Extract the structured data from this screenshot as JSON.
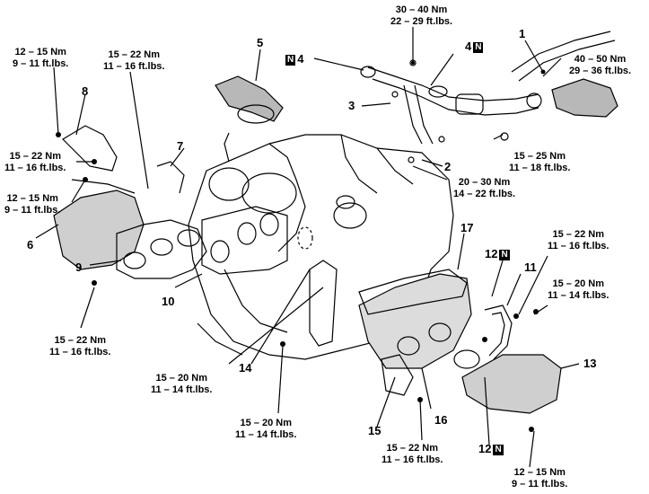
{
  "badge_text": "N",
  "torque_labels": [
    {
      "id": "t-top",
      "line1": "30 – 40 Nm",
      "line2": "22 – 29 ft.lbs."
    },
    {
      "id": "t-right-1",
      "line1": "40 – 50 Nm",
      "line2": "29 – 36 ft.lbs."
    },
    {
      "id": "t-left-1",
      "line1": "12 – 15 Nm",
      "line2": "9 – 11 ft.lbs."
    },
    {
      "id": "t-left-2",
      "line1": "15 – 22 Nm",
      "line2": "11 – 16 ft.lbs."
    },
    {
      "id": "t-left-3",
      "line1": "15 – 22 Nm",
      "line2": "11 – 16 ft.lbs."
    },
    {
      "id": "t-left-4",
      "line1": "12 – 15 Nm",
      "line2": "9 – 11 ft.lbs."
    },
    {
      "id": "t-left-5",
      "line1": "15 – 22 Nm",
      "line2": "11 – 16 ft.lbs."
    },
    {
      "id": "t-mid-1",
      "line1": "15 – 25 Nm",
      "line2": "11 – 18 ft.lbs."
    },
    {
      "id": "t-mid-2",
      "line1": "20 – 30 Nm",
      "line2": "14 – 22 ft.lbs."
    },
    {
      "id": "t-right-2",
      "line1": "15 – 22 Nm",
      "line2": "11 – 16 ft.lbs."
    },
    {
      "id": "t-right-3",
      "line1": "15 – 20 Nm",
      "line2": "11 – 14 ft.lbs."
    },
    {
      "id": "t-bot-1",
      "line1": "15 – 20 Nm",
      "line2": "11 – 14 ft.lbs."
    },
    {
      "id": "t-bot-2",
      "line1": "15 – 20 Nm",
      "line2": "11 – 14 ft.lbs."
    },
    {
      "id": "t-bot-3",
      "line1": "15 – 22 Nm",
      "line2": "11 – 16 ft.lbs."
    },
    {
      "id": "t-bot-4",
      "line1": "12 – 15 Nm",
      "line2": "9 – 11 ft.lbs."
    }
  ],
  "callouts": [
    "1",
    "2",
    "3",
    "4",
    "4",
    "5",
    "6",
    "7",
    "8",
    "9",
    "10",
    "11",
    "12",
    "12",
    "13",
    "14",
    "15",
    "16",
    "17"
  ],
  "colors": {
    "ink": "#000000",
    "background": "#ffffff",
    "shade": "#b8b8b8"
  }
}
